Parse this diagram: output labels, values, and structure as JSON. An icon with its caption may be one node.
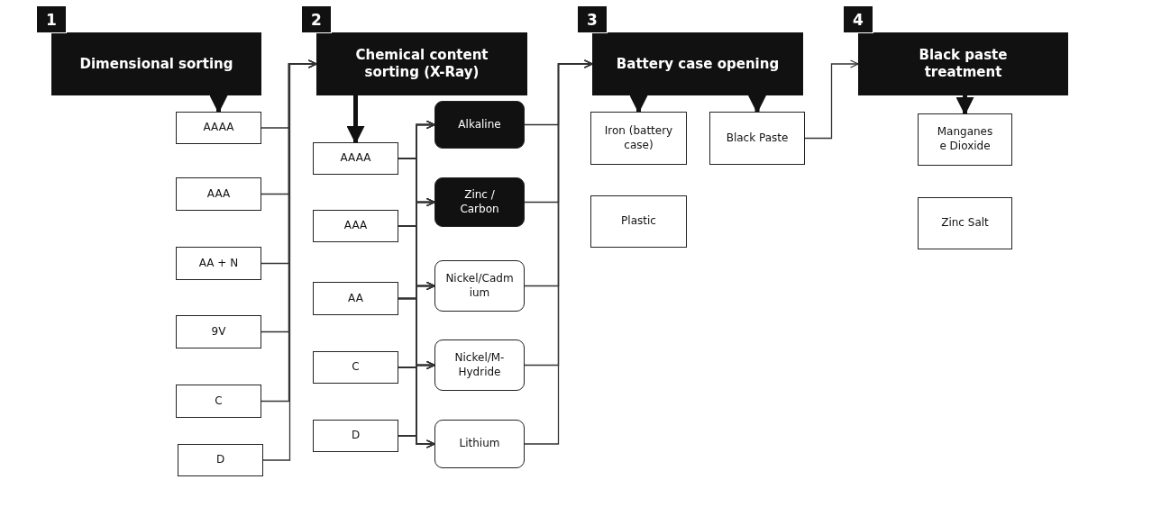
{
  "diagram": {
    "nodes": [
      {
        "text": [
          "Dimensional sorting"
        ],
        "beside": [
          "1"
        ]
      },
      {
        "text": [
          "Chemical content sorting (X-Ray)"
        ],
        "beside": [
          "2"
        ]
      },
      {
        "text": [
          "Battery case opening"
        ],
        "beside": [
          "3"
        ]
      },
      {
        "text": [
          "Black paste treatment"
        ],
        "beside": [
          "4"
        ]
      },
      {
        "text": [
          "AAAA"
        ]
      },
      {
        "text": [
          "AAA"
        ]
      },
      {
        "text": [
          "AA + N"
        ]
      },
      {
        "text": [
          "9V"
        ]
      },
      {
        "text": [
          "C"
        ]
      },
      {
        "text": [
          "D"
        ]
      },
      {
        "text": [
          "AAAA"
        ]
      },
      {
        "text": [
          "AAA"
        ]
      },
      {
        "text": [
          "AA"
        ]
      },
      {
        "text": [
          "C"
        ]
      },
      {
        "text": [
          "D"
        ]
      },
      {
        "text": [
          "Alkaline"
        ]
      },
      {
        "text": [
          "Zinc / Carbon"
        ]
      },
      {
        "text": [
          "Nickel/Cadmium"
        ]
      },
      {
        "text": [
          "Nickel/M-Hydride"
        ]
      },
      {
        "text": [
          "Lithium"
        ]
      },
      {
        "text": [
          "Iron (battery case)"
        ]
      },
      {
        "text": [
          "Black Paste"
        ]
      },
      {
        "text": [
          "Plastic"
        ]
      },
      {
        "text": [
          "Manganese Dioxide"
        ]
      },
      {
        "text": [
          "Zinc Salt"
        ]
      }
    ],
    "edges": [
      {
        "from": 0,
        "to": 4,
        "arrow": "to",
        "style": "thick"
      },
      {
        "from": 4,
        "to": 1,
        "arrow": "to"
      },
      {
        "from": 5,
        "to": 1,
        "arrow": "to"
      },
      {
        "from": 6,
        "to": 1,
        "arrow": "to"
      },
      {
        "from": 7,
        "to": 1,
        "arrow": "to"
      },
      {
        "from": 8,
        "to": 1,
        "arrow": "to"
      },
      {
        "from": 9,
        "to": 1,
        "arrow": "to"
      },
      {
        "from": 1,
        "to": 10,
        "arrow": "to",
        "style": "thick"
      },
      {
        "from": 10,
        "to": 15,
        "arrow": "to"
      },
      {
        "from": 10,
        "to": 16,
        "arrow": "to"
      },
      {
        "from": 10,
        "to": 17,
        "arrow": "to"
      },
      {
        "from": 10,
        "to": 18,
        "arrow": "to"
      },
      {
        "from": 10,
        "to": 19,
        "arrow": "to"
      },
      {
        "from": 11,
        "to": 15,
        "arrow": "to"
      },
      {
        "from": 11,
        "to": 16,
        "arrow": "to"
      },
      {
        "from": 11,
        "to": 17,
        "arrow": "to"
      },
      {
        "from": 11,
        "to": 18,
        "arrow": "to"
      },
      {
        "from": 11,
        "to": 19,
        "arrow": "to"
      },
      {
        "from": 12,
        "to": 15,
        "arrow": "to"
      },
      {
        "from": 12,
        "to": 16,
        "arrow": "to"
      },
      {
        "from": 12,
        "to": 17,
        "arrow": "to"
      },
      {
        "from": 12,
        "to": 18,
        "arrow": "to"
      },
      {
        "from": 12,
        "to": 19,
        "arrow": "to"
      },
      {
        "from": 13,
        "to": 15,
        "arrow": "to"
      },
      {
        "from": 13,
        "to": 16,
        "arrow": "to"
      },
      {
        "from": 13,
        "to": 17,
        "arrow": "to"
      },
      {
        "from": 13,
        "to": 18,
        "arrow": "to"
      },
      {
        "from": 13,
        "to": 19,
        "arrow": "to"
      },
      {
        "from": 14,
        "to": 15,
        "arrow": "to"
      },
      {
        "from": 14,
        "to": 16,
        "arrow": "to"
      },
      {
        "from": 14,
        "to": 17,
        "arrow": "to"
      },
      {
        "from": 14,
        "to": 18,
        "arrow": "to"
      },
      {
        "from": 14,
        "to": 19,
        "arrow": "to"
      },
      {
        "from": 15,
        "to": 2,
        "arrow": "to"
      },
      {
        "from": 16,
        "to": 2,
        "arrow": "to"
      },
      {
        "from": 17,
        "to": 2,
        "arrow": "to"
      },
      {
        "from": 18,
        "to": 2,
        "arrow": "to"
      },
      {
        "from": 19,
        "to": 2,
        "arrow": "to"
      },
      {
        "from": 2,
        "to": 20,
        "arrow": "to",
        "style": "thick"
      },
      {
        "from": 2,
        "to": 21,
        "arrow": "to",
        "style": "thick"
      },
      {
        "from": 21,
        "to": 3,
        "arrow": "to"
      },
      {
        "from": 3,
        "to": 23,
        "arrow": "to",
        "style": "thick"
      }
    ]
  }
}
